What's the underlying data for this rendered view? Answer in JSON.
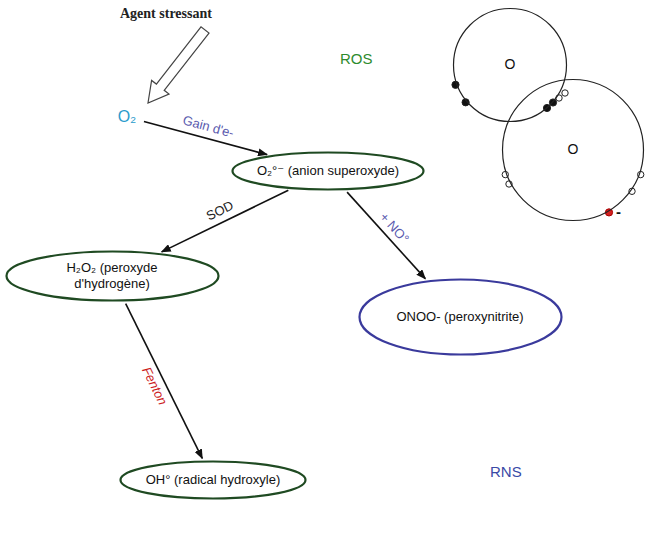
{
  "diagram": {
    "nodes": [
      {
        "text": [
          "O₂"
        ]
      },
      {
        "text": [
          "O₂°⁻ (anion superoxyde)"
        ]
      },
      {
        "text": [
          "H₂O₂ (peroxyde d'hydrogène)"
        ]
      },
      {
        "text": [
          "ONOO- (peroxynitrite)"
        ]
      },
      {
        "text": [
          "OH° (radical hydroxyle)"
        ]
      },
      {
        "text": [
          "O"
        ]
      },
      {
        "text": [
          "O"
        ]
      }
    ],
    "edges": [
      {
        "from": 0,
        "to": 1,
        "label": "Gain d'e-",
        "arrow": "to"
      },
      {
        "from": 1,
        "to": 2,
        "label": "SOD",
        "arrow": "to"
      },
      {
        "from": 1,
        "to": 3,
        "label": "+ NO°",
        "arrow": "to"
      },
      {
        "from": 2,
        "to": 4,
        "label": "Fenton",
        "arrow": "to"
      }
    ],
    "labels": [
      "Agent stressant",
      "ROS",
      "RNS",
      "-"
    ]
  }
}
